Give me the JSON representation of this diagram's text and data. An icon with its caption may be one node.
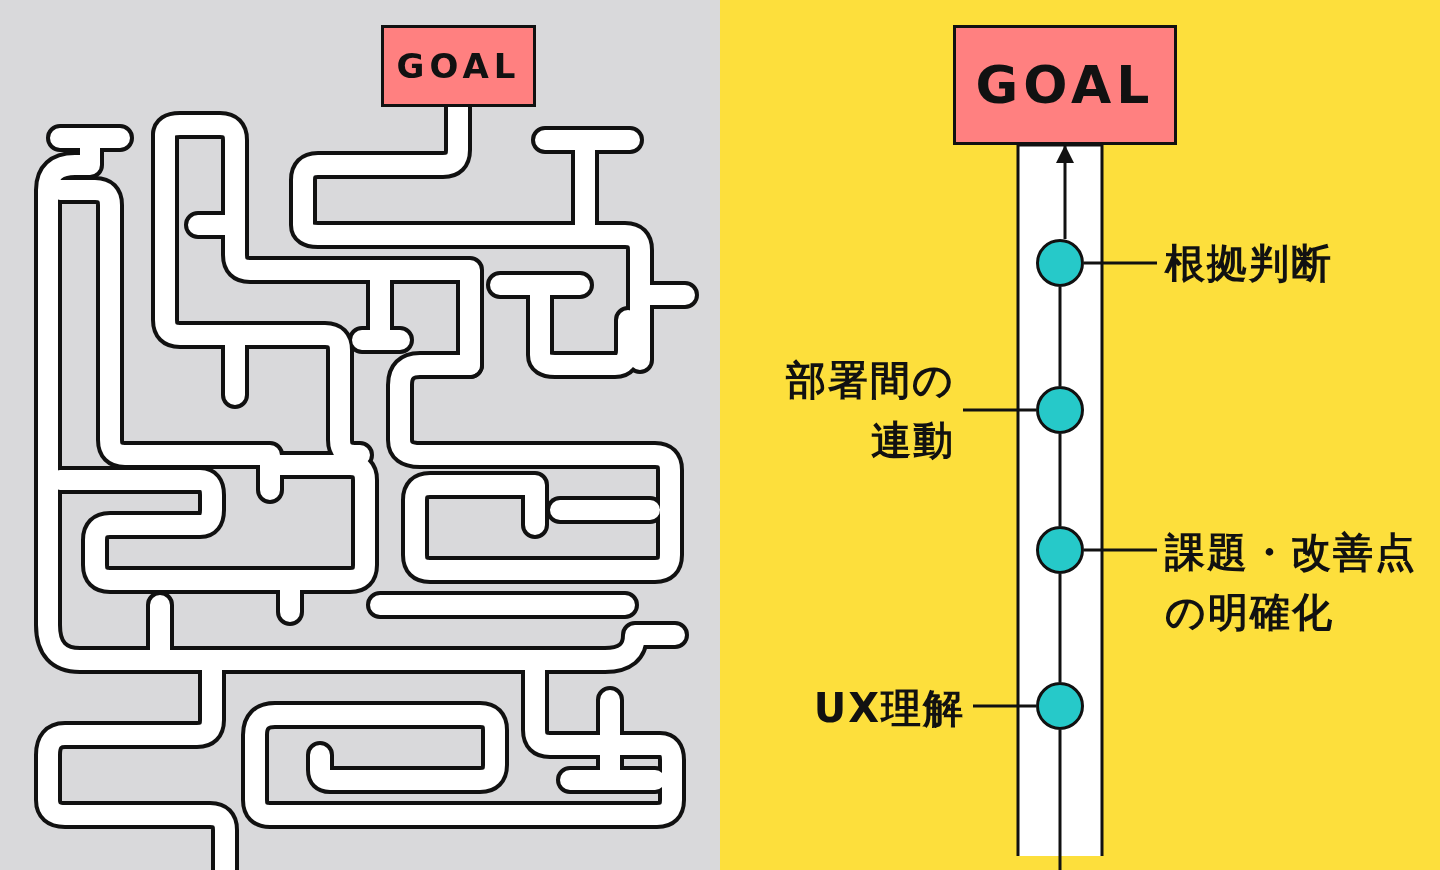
{
  "diagram": {
    "nodes": [
      {
        "text": [
          "GOAL"
        ]
      },
      {
        "text": [
          "GOAL"
        ]
      },
      {
        "text": [],
        "shape": "circle"
      },
      {
        "text": [],
        "shape": "circle"
      },
      {
        "text": [],
        "shape": "circle"
      },
      {
        "text": [],
        "shape": "circle"
      },
      {
        "text": [
          "根拠判断"
        ]
      },
      {
        "text": [
          "部署間の連動"
        ]
      },
      {
        "text": [
          "課題・改善点の明確化"
        ]
      },
      {
        "text": [
          "UX理解"
        ]
      }
    ],
    "edges": [
      {
        "from": null,
        "to": 5,
        "arrow": "none"
      },
      {
        "from": 5,
        "to": 4,
        "arrow": "none"
      },
      {
        "from": 4,
        "to": 3,
        "arrow": "none"
      },
      {
        "from": 3,
        "to": 2,
        "arrow": "none"
      },
      {
        "from": 2,
        "to": 1,
        "arrow": "to"
      },
      {
        "from": 6,
        "to": 2,
        "arrow": "none"
      },
      {
        "from": 7,
        "to": 3,
        "arrow": "none"
      },
      {
        "from": 8,
        "to": 4,
        "arrow": "none"
      },
      {
        "from": 9,
        "to": 5,
        "arrow": "none"
      }
    ]
  }
}
